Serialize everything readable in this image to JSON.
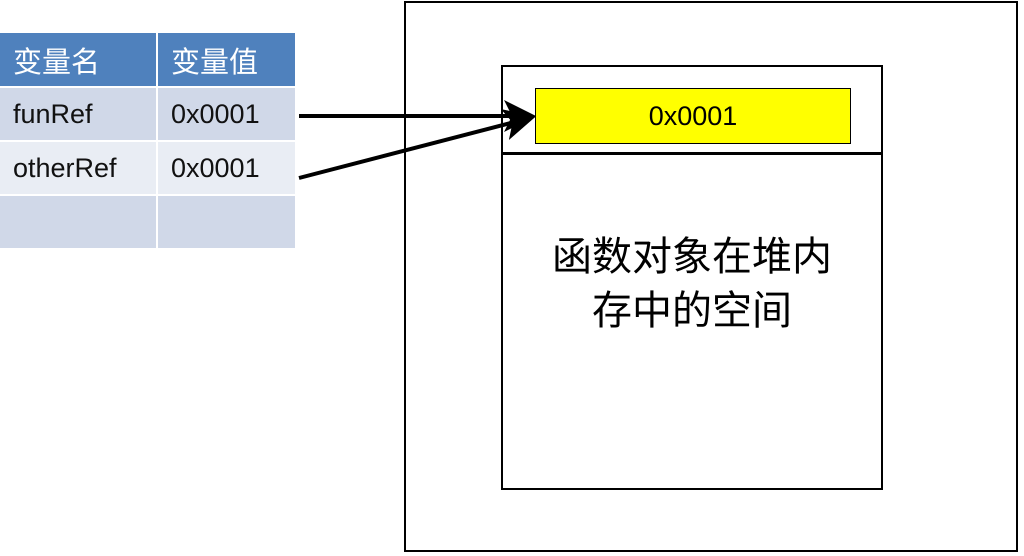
{
  "table": {
    "headers": [
      "变量名",
      "变量值"
    ],
    "rows": [
      {
        "name": "funRef",
        "value": "0x0001"
      },
      {
        "name": "otherRef",
        "value": "0x0001"
      },
      {
        "name": "",
        "value": ""
      }
    ]
  },
  "heap": {
    "address": "0x0001",
    "body_lines": [
      "函数对象在堆内",
      "存中的空间"
    ]
  },
  "colors": {
    "header_blue": "#4f81bd",
    "row_odd": "#d0d8e8",
    "row_even": "#e9edf4",
    "address_fill": "#ffff00"
  }
}
